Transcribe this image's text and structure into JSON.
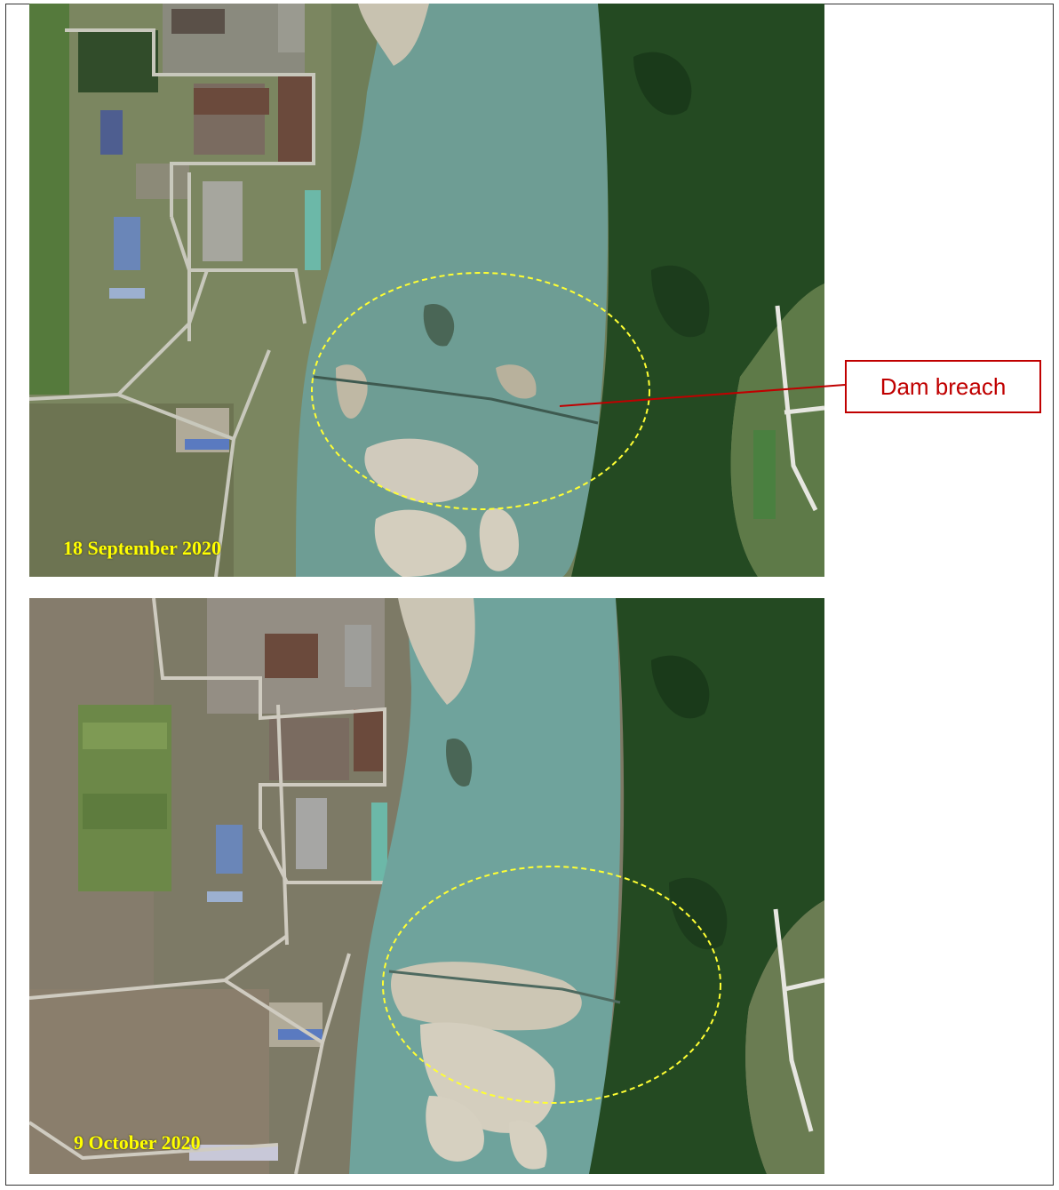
{
  "panels": {
    "top": {
      "date_label": "18 September 2020"
    },
    "bottom": {
      "date_label": "9 October 2020"
    }
  },
  "callout": {
    "label": "Dam breach"
  },
  "colors": {
    "label_text": "#ffff00",
    "callout_text": "#c00000",
    "callout_border": "#c00000",
    "ellipse": "#ffff33",
    "river": "#6e9d94",
    "forest": "#244a22"
  }
}
